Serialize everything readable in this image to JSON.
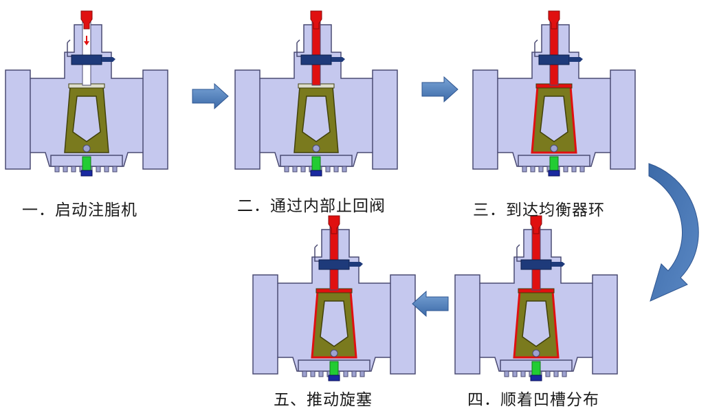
{
  "steps": [
    {
      "id": 1,
      "caption": "一．启动注脂机",
      "stem_colored": false,
      "arrow_down": true,
      "plug_red": false
    },
    {
      "id": 2,
      "caption": "二．通过内部止回阀",
      "stem_colored": true,
      "arrow_down": true,
      "plug_red": false
    },
    {
      "id": 3,
      "caption": "三．到达均衡器环",
      "stem_colored": true,
      "arrow_down": false,
      "plug_red": true
    },
    {
      "id": 4,
      "caption": "四．顺着凹槽分布",
      "stem_colored": true,
      "arrow_down": false,
      "plug_red": true
    },
    {
      "id": 5,
      "caption": "五、推动旋塞",
      "stem_colored": true,
      "arrow_down": false,
      "plug_red": true
    }
  ],
  "colors": {
    "body": "#c5c8ee",
    "body_outline": "#4a4a72",
    "sealant": "#e01010",
    "plug": "#7a7a1e",
    "plug_inner": "#c5c8ee",
    "gland": "#1e3a7a",
    "bottom_fitting": "#22cc33",
    "bottom_base": "#1a2aa0",
    "arrow": "#4a7ab8"
  },
  "icons": [
    "right-arrow-icon",
    "curved-arrow-icon",
    "left-arrow-icon"
  ]
}
